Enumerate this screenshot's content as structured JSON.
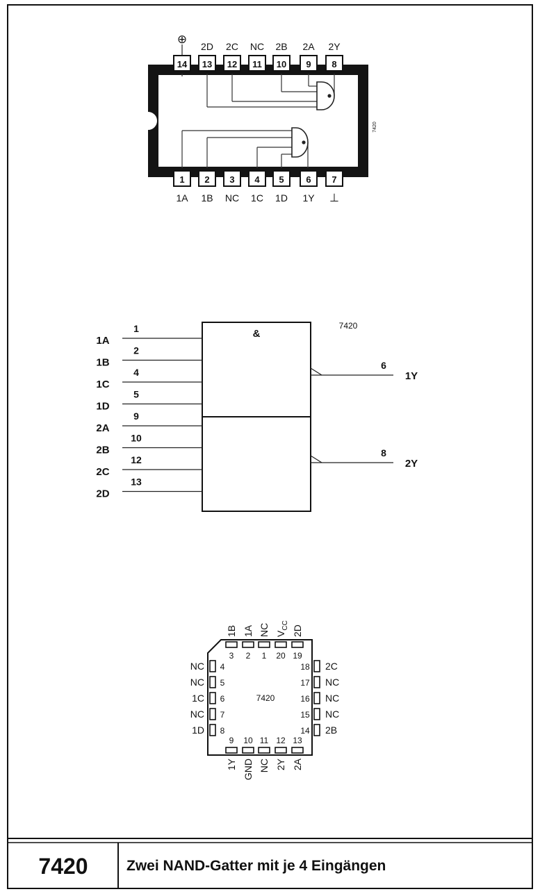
{
  "dip": {
    "top_pins": [
      {
        "num": "14",
        "name": ""
      },
      {
        "num": "13",
        "name": "2D"
      },
      {
        "num": "12",
        "name": "2C"
      },
      {
        "num": "11",
        "name": "NC"
      },
      {
        "num": "10",
        "name": "2B"
      },
      {
        "num": "9",
        "name": "2A"
      },
      {
        "num": "8",
        "name": "2Y"
      }
    ],
    "bottom_pins": [
      {
        "num": "1",
        "name": "1A"
      },
      {
        "num": "2",
        "name": "1B"
      },
      {
        "num": "3",
        "name": "NC"
      },
      {
        "num": "4",
        "name": "1C"
      },
      {
        "num": "5",
        "name": "1D"
      },
      {
        "num": "6",
        "name": "1Y"
      },
      {
        "num": "7",
        "name": ""
      }
    ],
    "vcc_symbol": "⊕",
    "gnd_symbol": "⊥",
    "chip_label": "7420"
  },
  "logic": {
    "chip_label": "7420",
    "symbol": "&",
    "inputs": [
      {
        "pin": "1",
        "name": "1A"
      },
      {
        "pin": "2",
        "name": "1B"
      },
      {
        "pin": "4",
        "name": "1C"
      },
      {
        "pin": "5",
        "name": "1D"
      },
      {
        "pin": "9",
        "name": "2A"
      },
      {
        "pin": "10",
        "name": "2B"
      },
      {
        "pin": "12",
        "name": "2C"
      },
      {
        "pin": "13",
        "name": "2D"
      }
    ],
    "outputs": [
      {
        "pin": "6",
        "name": "1Y"
      },
      {
        "pin": "8",
        "name": "2Y"
      }
    ]
  },
  "plcc": {
    "chip_label": "7420",
    "top_names": [
      "1B",
      "1A",
      "NC",
      "VCC",
      "2D"
    ],
    "top_nums": [
      "3",
      "2",
      "1",
      "20",
      "19"
    ],
    "left": [
      {
        "name": "NC",
        "num": "4"
      },
      {
        "name": "NC",
        "num": "5"
      },
      {
        "name": "1C",
        "num": "6"
      },
      {
        "name": "NC",
        "num": "7"
      },
      {
        "name": "1D",
        "num": "8"
      }
    ],
    "right": [
      {
        "name": "2C",
        "num": "18"
      },
      {
        "name": "NC",
        "num": "17"
      },
      {
        "name": "NC",
        "num": "16"
      },
      {
        "name": "NC",
        "num": "15"
      },
      {
        "name": "2B",
        "num": "14"
      }
    ],
    "bottom_nums": [
      "9",
      "10",
      "11",
      "12",
      "13"
    ],
    "bottom_names": [
      "1Y",
      "GND",
      "NC",
      "2Y",
      "2A"
    ]
  },
  "footer": {
    "part_number": "7420",
    "title": "Zwei NAND-Gatter mit je 4 Eingängen"
  }
}
